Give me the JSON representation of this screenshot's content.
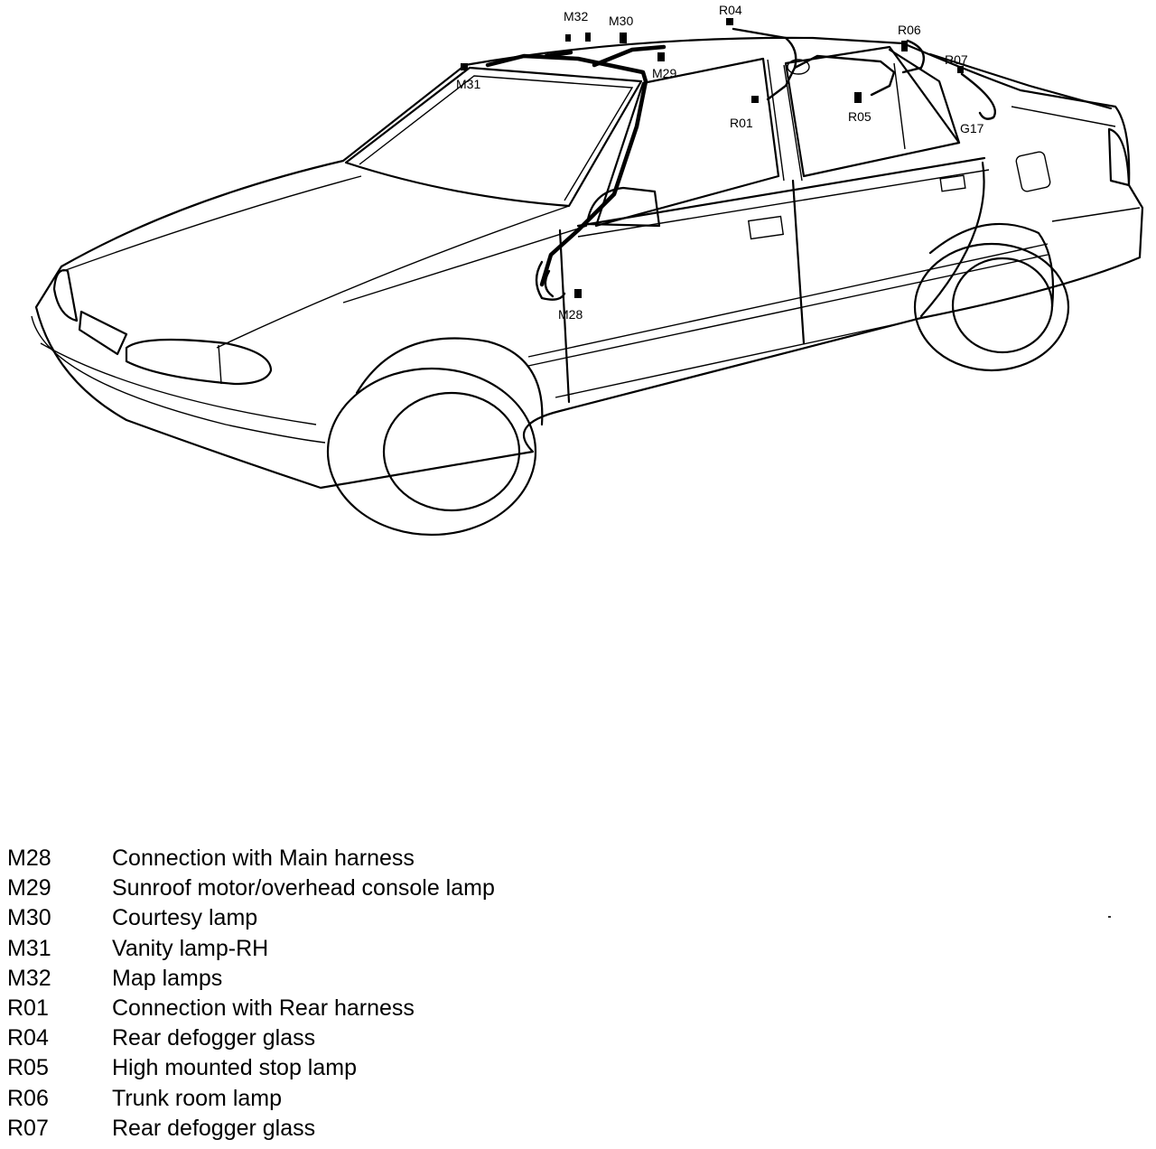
{
  "callouts": [
    {
      "id": "m32",
      "text": "M32"
    },
    {
      "id": "m30",
      "text": "M30"
    },
    {
      "id": "r04",
      "text": "R04"
    },
    {
      "id": "r06",
      "text": "R06"
    },
    {
      "id": "r07",
      "text": "R07"
    },
    {
      "id": "m31",
      "text": "M31"
    },
    {
      "id": "m29",
      "text": "M29"
    },
    {
      "id": "r01",
      "text": "R01"
    },
    {
      "id": "r05",
      "text": "R05"
    },
    {
      "id": "g17",
      "text": "G17"
    },
    {
      "id": "m28",
      "text": "M28"
    }
  ],
  "legend": [
    {
      "code": "M28",
      "desc": "Connection with Main harness"
    },
    {
      "code": "M29",
      "desc": "Sunroof motor/overhead console lamp"
    },
    {
      "code": "M30",
      "desc": "Courtesy lamp"
    },
    {
      "code": "M31",
      "desc": "Vanity lamp-RH"
    },
    {
      "code": "M32",
      "desc": "Map lamps"
    },
    {
      "code": "R01",
      "desc": "Connection with Rear harness"
    },
    {
      "code": "R04",
      "desc": "Rear defogger glass"
    },
    {
      "code": "R05",
      "desc": "High mounted stop lamp"
    },
    {
      "code": "R06",
      "desc": "Trunk room lamp"
    },
    {
      "code": "R07",
      "desc": "Rear defogger glass"
    }
  ]
}
